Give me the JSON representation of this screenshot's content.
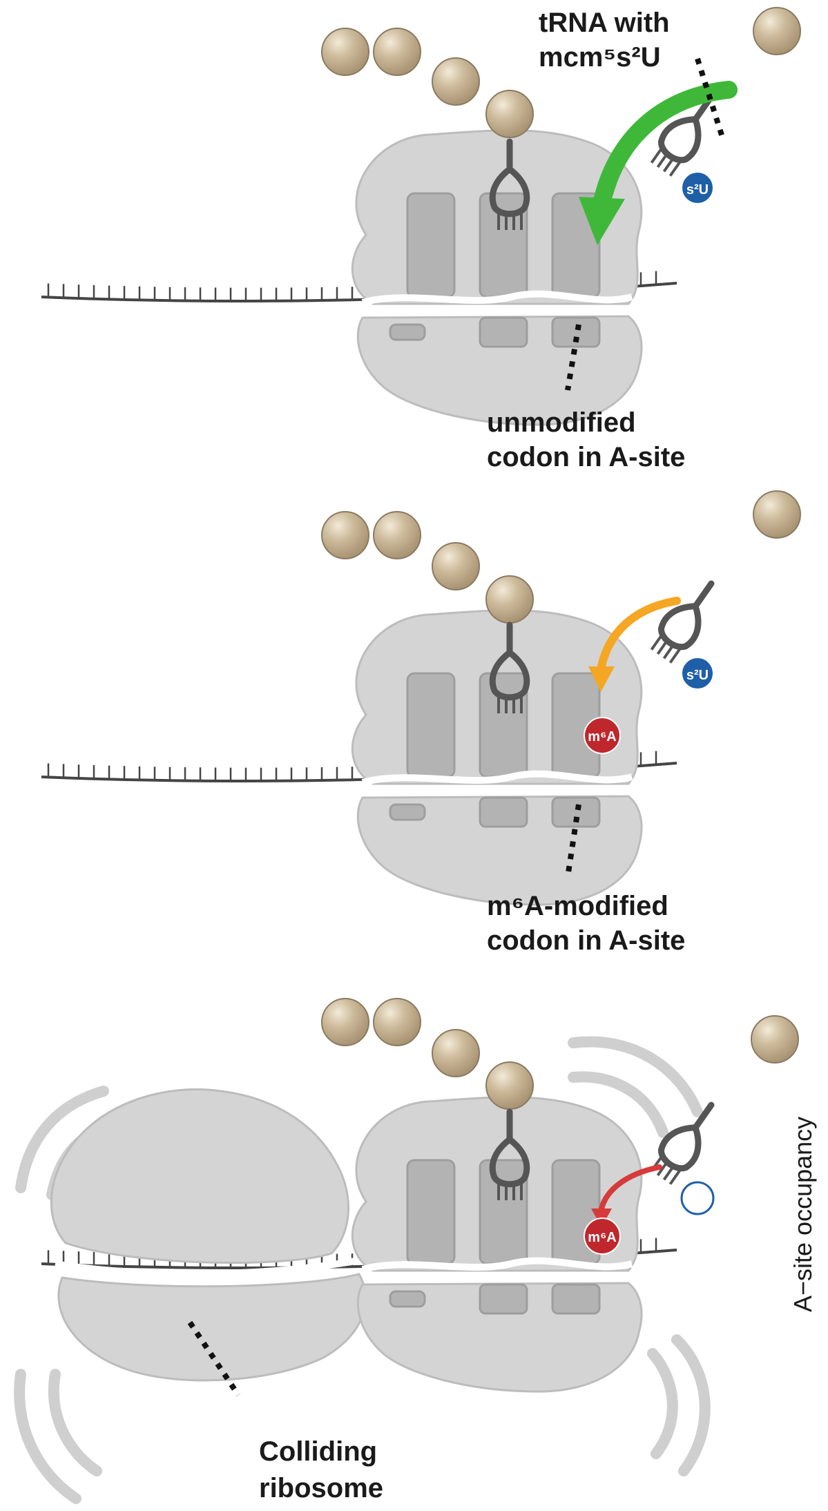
{
  "panels": [
    {
      "id": "panel-unmodified",
      "incoming_trna_label_line1": "tRNA with",
      "incoming_trna_label_line2": "mcm⁵s²U",
      "incoming_modification": "s²U",
      "site_modification": null,
      "codon_label_line1": "unmodified",
      "codon_label_line2": "codon in A-site",
      "arrow_color": "#3fb83a"
    },
    {
      "id": "panel-m6a",
      "incoming_modification": "s²U",
      "site_modification": "m⁶A",
      "codon_label_line1": "m⁶A-modified",
      "codon_label_line2": "codon in A-site",
      "arrow_color": "#f5a623"
    },
    {
      "id": "panel-collision",
      "site_modification": "m⁶A",
      "collision_label_line1": "Colliding",
      "collision_label_line2": "ribosome",
      "side_label": "A−site occupancy",
      "arrow_color": "#d63a3a"
    }
  ],
  "colors": {
    "ribosome": "#d4d4d4",
    "ribosome_outline": "#b8b8b8",
    "site_box": "#b3b3b3",
    "amino_acid": "#c9b79a",
    "trna": "#555555",
    "s2u_badge": "#1e5fa8",
    "m6a_badge": "#c0272d"
  }
}
